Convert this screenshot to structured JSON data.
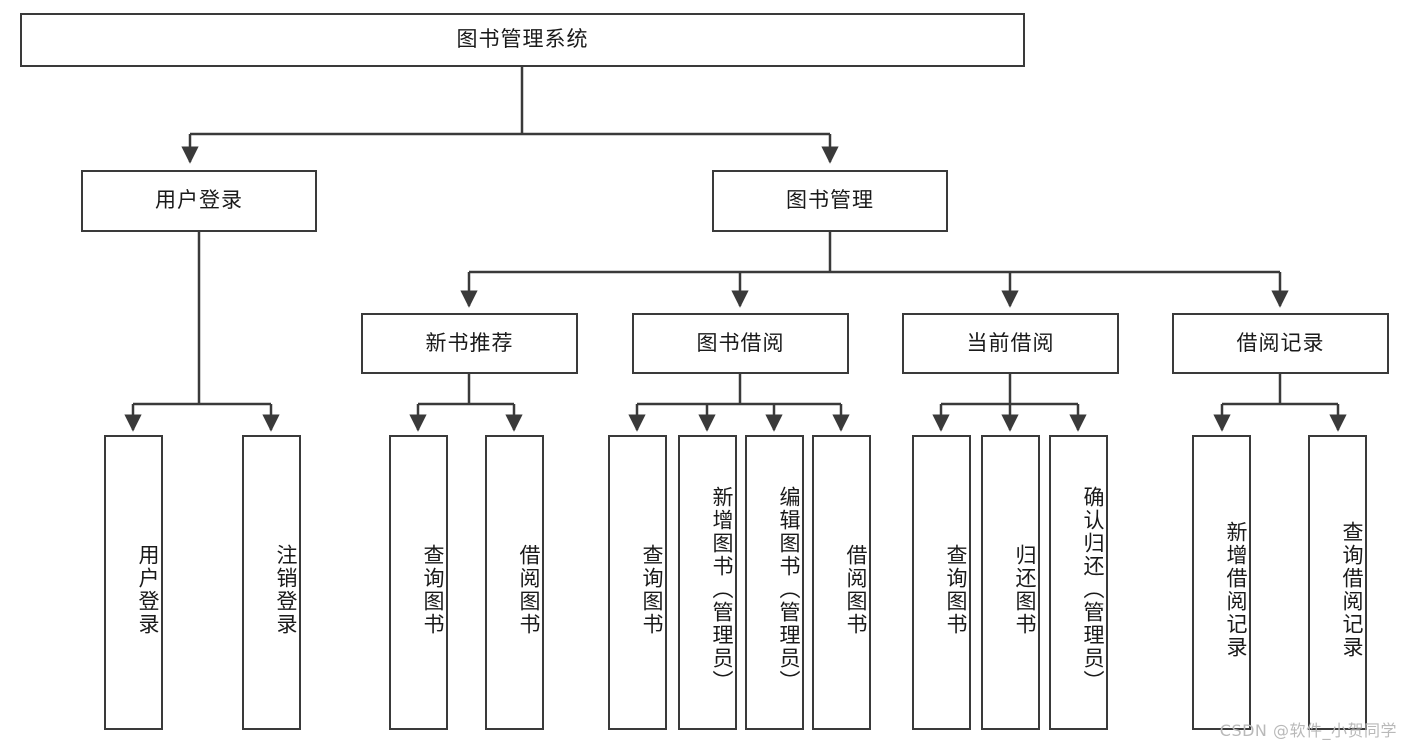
{
  "diagram": {
    "title": "图书管理系统",
    "type": "tree-hierarchy",
    "watermark": "CSDN @软件_小贺同学",
    "colors": {
      "box_border": "#3a3a3a",
      "box_fill": "#ffffff",
      "edge": "#3a3a3a",
      "text": "#1a1a1a",
      "watermark": "#b9b9b9"
    },
    "root": {
      "label": "图书管理系统"
    },
    "level2": [
      {
        "label": "用户登录"
      },
      {
        "label": "图书管理"
      }
    ],
    "level3": [
      {
        "label": "新书推荐"
      },
      {
        "label": "图书借阅"
      },
      {
        "label": "当前借阅"
      },
      {
        "label": "借阅记录"
      }
    ],
    "leaves": {
      "user_login": [
        {
          "label": "用户登录"
        },
        {
          "label": "注销登录"
        }
      ],
      "new_book_recommend": [
        {
          "label": "查询图书"
        },
        {
          "label": "借阅图书"
        }
      ],
      "book_borrow": [
        {
          "label": "查询图书"
        },
        {
          "label": "新增图书（管理员）"
        },
        {
          "label": "编辑图书（管理员）"
        },
        {
          "label": "借阅图书"
        }
      ],
      "current_borrow": [
        {
          "label": "查询图书"
        },
        {
          "label": "归还图书"
        },
        {
          "label": "确认归还（管理员）"
        }
      ],
      "borrow_records": [
        {
          "label": "新增借阅记录"
        },
        {
          "label": "查询借阅记录"
        }
      ]
    }
  }
}
